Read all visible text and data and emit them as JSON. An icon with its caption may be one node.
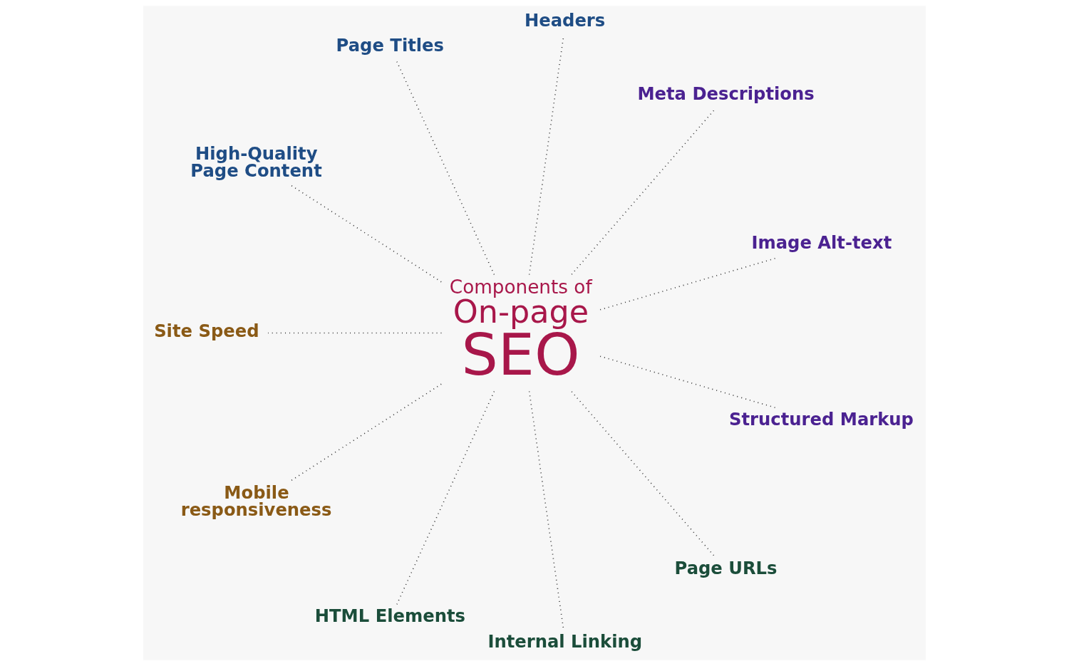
{
  "diagram": {
    "nodes": [
      {
        "text": [
          "Components of",
          "On-page",
          "SEO"
        ]
      },
      {
        "text": [
          "Page Titles"
        ]
      },
      {
        "text": [
          "Headers"
        ]
      },
      {
        "text": [
          "Meta Descriptions"
        ]
      },
      {
        "text": [
          "High-Quality Page Content"
        ]
      },
      {
        "text": [
          "Image Alt-text"
        ]
      },
      {
        "text": [
          "Site Speed"
        ]
      },
      {
        "text": [
          "Structured Markup"
        ]
      },
      {
        "text": [
          "Mobile responsiveness"
        ]
      },
      {
        "text": [
          "Page URLs"
        ]
      },
      {
        "text": [
          "HTML Elements"
        ]
      },
      {
        "text": [
          "Internal Linking"
        ]
      }
    ],
    "edges": [
      {
        "from": 0,
        "to": 1,
        "arrow": "none",
        "style": "dashed"
      },
      {
        "from": 0,
        "to": 2,
        "arrow": "none",
        "style": "dashed"
      },
      {
        "from": 0,
        "to": 3,
        "arrow": "none",
        "style": "dashed"
      },
      {
        "from": 0,
        "to": 4,
        "arrow": "none",
        "style": "dashed"
      },
      {
        "from": 0,
        "to": 5,
        "arrow": "none",
        "style": "dashed"
      },
      {
        "from": 0,
        "to": 6,
        "arrow": "none",
        "style": "dashed"
      },
      {
        "from": 0,
        "to": 7,
        "arrow": "none",
        "style": "dashed"
      },
      {
        "from": 0,
        "to": 8,
        "arrow": "none",
        "style": "dashed"
      },
      {
        "from": 0,
        "to": 9,
        "arrow": "none",
        "style": "dashed"
      },
      {
        "from": 0,
        "to": 10,
        "arrow": "none",
        "style": "dashed"
      },
      {
        "from": 0,
        "to": 11,
        "arrow": "none",
        "style": "dashed"
      }
    ]
  }
}
